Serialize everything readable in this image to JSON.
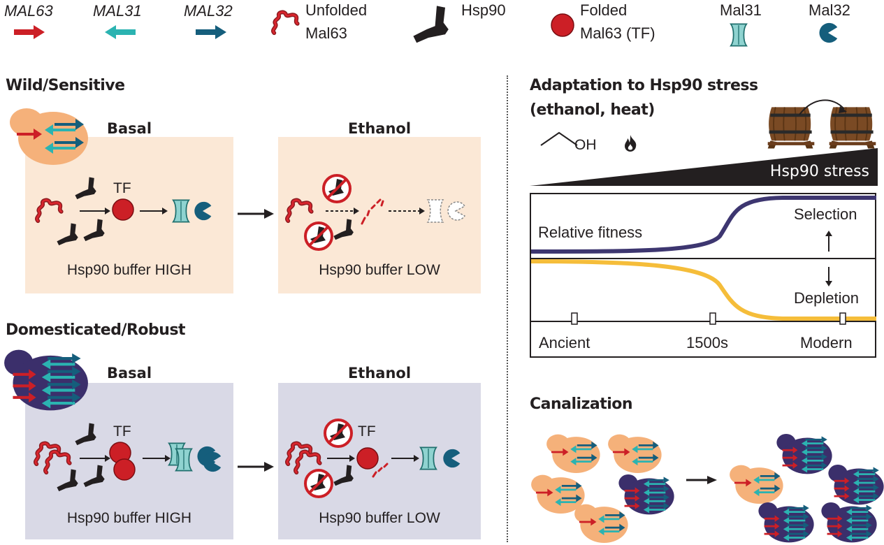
{
  "legend": {
    "mal63_gene": "MAL63",
    "mal31_gene": "MAL31",
    "mal32_gene": "MAL32",
    "unfolded": [
      "Unfolded",
      "Mal63"
    ],
    "hsp90": "Hsp90",
    "folded": [
      "Folded",
      "Mal63 (TF)"
    ],
    "mal31_protein": "Mal31",
    "mal32_protein": "Mal32"
  },
  "wild": {
    "title": "Wild/Sensitive",
    "basal": "Basal",
    "ethanol": "Ethanol",
    "tf": "TF",
    "buffer_high": "Hsp90 buffer HIGH",
    "buffer_low": "Hsp90 buffer LOW"
  },
  "domesticated": {
    "title": "Domesticated/Robust",
    "basal": "Basal",
    "ethanol": "Ethanol",
    "tf_basal": "TF",
    "tf_ethanol": "TF",
    "buffer_high": "Hsp90 buffer HIGH",
    "buffer_low": "Hsp90 buffer LOW"
  },
  "adaptation": {
    "title_line1": "Adaptation to Hsp90 stress",
    "title_line2": "(ethanol, heat)",
    "oh": "OH",
    "stress": "Hsp90 stress",
    "relative_fitness": "Relative fitness",
    "selection": "Selection",
    "depletion": "Depletion",
    "ticks": [
      "Ancient",
      "1500s",
      "Modern"
    ]
  },
  "canalization": {
    "title": "Canalization"
  },
  "colors": {
    "red": "#cc1f26",
    "teal": "#2bb3b1",
    "navy": "#155e7c",
    "wild_bg": "#fbe8d6",
    "dom_bg": "#d9d9e6",
    "yeast_orange": "#f5b17a",
    "yeast_purple": "#3b2f6b",
    "fitness_line": "#3d3670",
    "depletion_line": "#f5bd3a",
    "mal31_fill": "#8fd3d0"
  }
}
